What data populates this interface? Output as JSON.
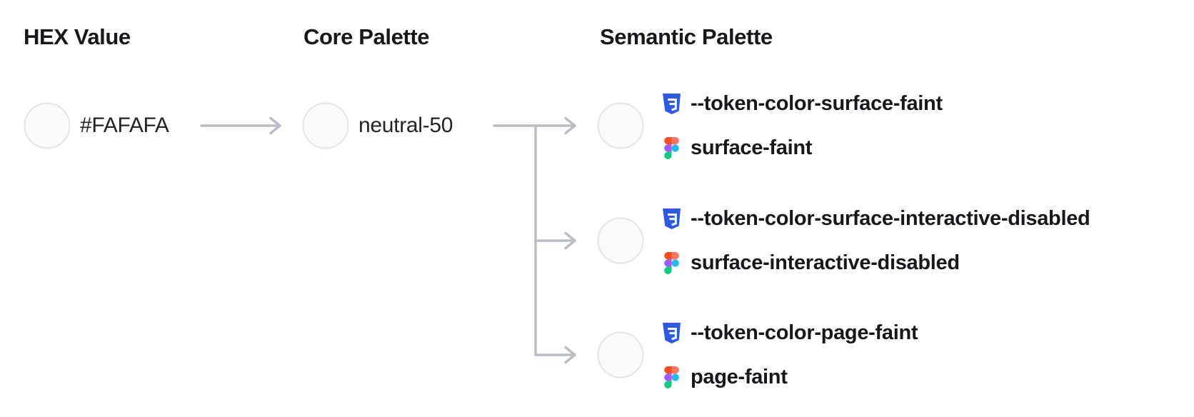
{
  "diagram": {
    "columns": {
      "hex": {
        "header": "HEX Value"
      },
      "core": {
        "header": "Core Palette"
      },
      "semantic": {
        "header": "Semantic Palette"
      }
    },
    "hex_value": "#FAFAFA",
    "core_token": "neutral-50",
    "semantic_tokens": [
      {
        "css_variable": "--token-color-surface-faint",
        "figma_style": "surface-faint"
      },
      {
        "css_variable": "--token-color-surface-interactive-disabled",
        "figma_style": "surface-interactive-disabled"
      },
      {
        "css_variable": "--token-color-page-faint",
        "figma_style": "page-faint"
      }
    ],
    "swatch": {
      "fill": "#FAFAFA",
      "stroke": "#E3E4E9"
    },
    "icons": {
      "css": "css3-logo",
      "figma": "figma-logo"
    },
    "colors": {
      "connector": "#B9BDC4",
      "heading_text": "#17181C",
      "value_text": "#212329",
      "css_logo_blue": "#2C5AE7",
      "css_logo_glyph": "#FFFFFF",
      "figma_red": "#F24E1E",
      "figma_salmon": "#FF7262",
      "figma_purple": "#A259FF",
      "figma_blue": "#1ABCFE",
      "figma_green": "#0ACF83"
    }
  }
}
